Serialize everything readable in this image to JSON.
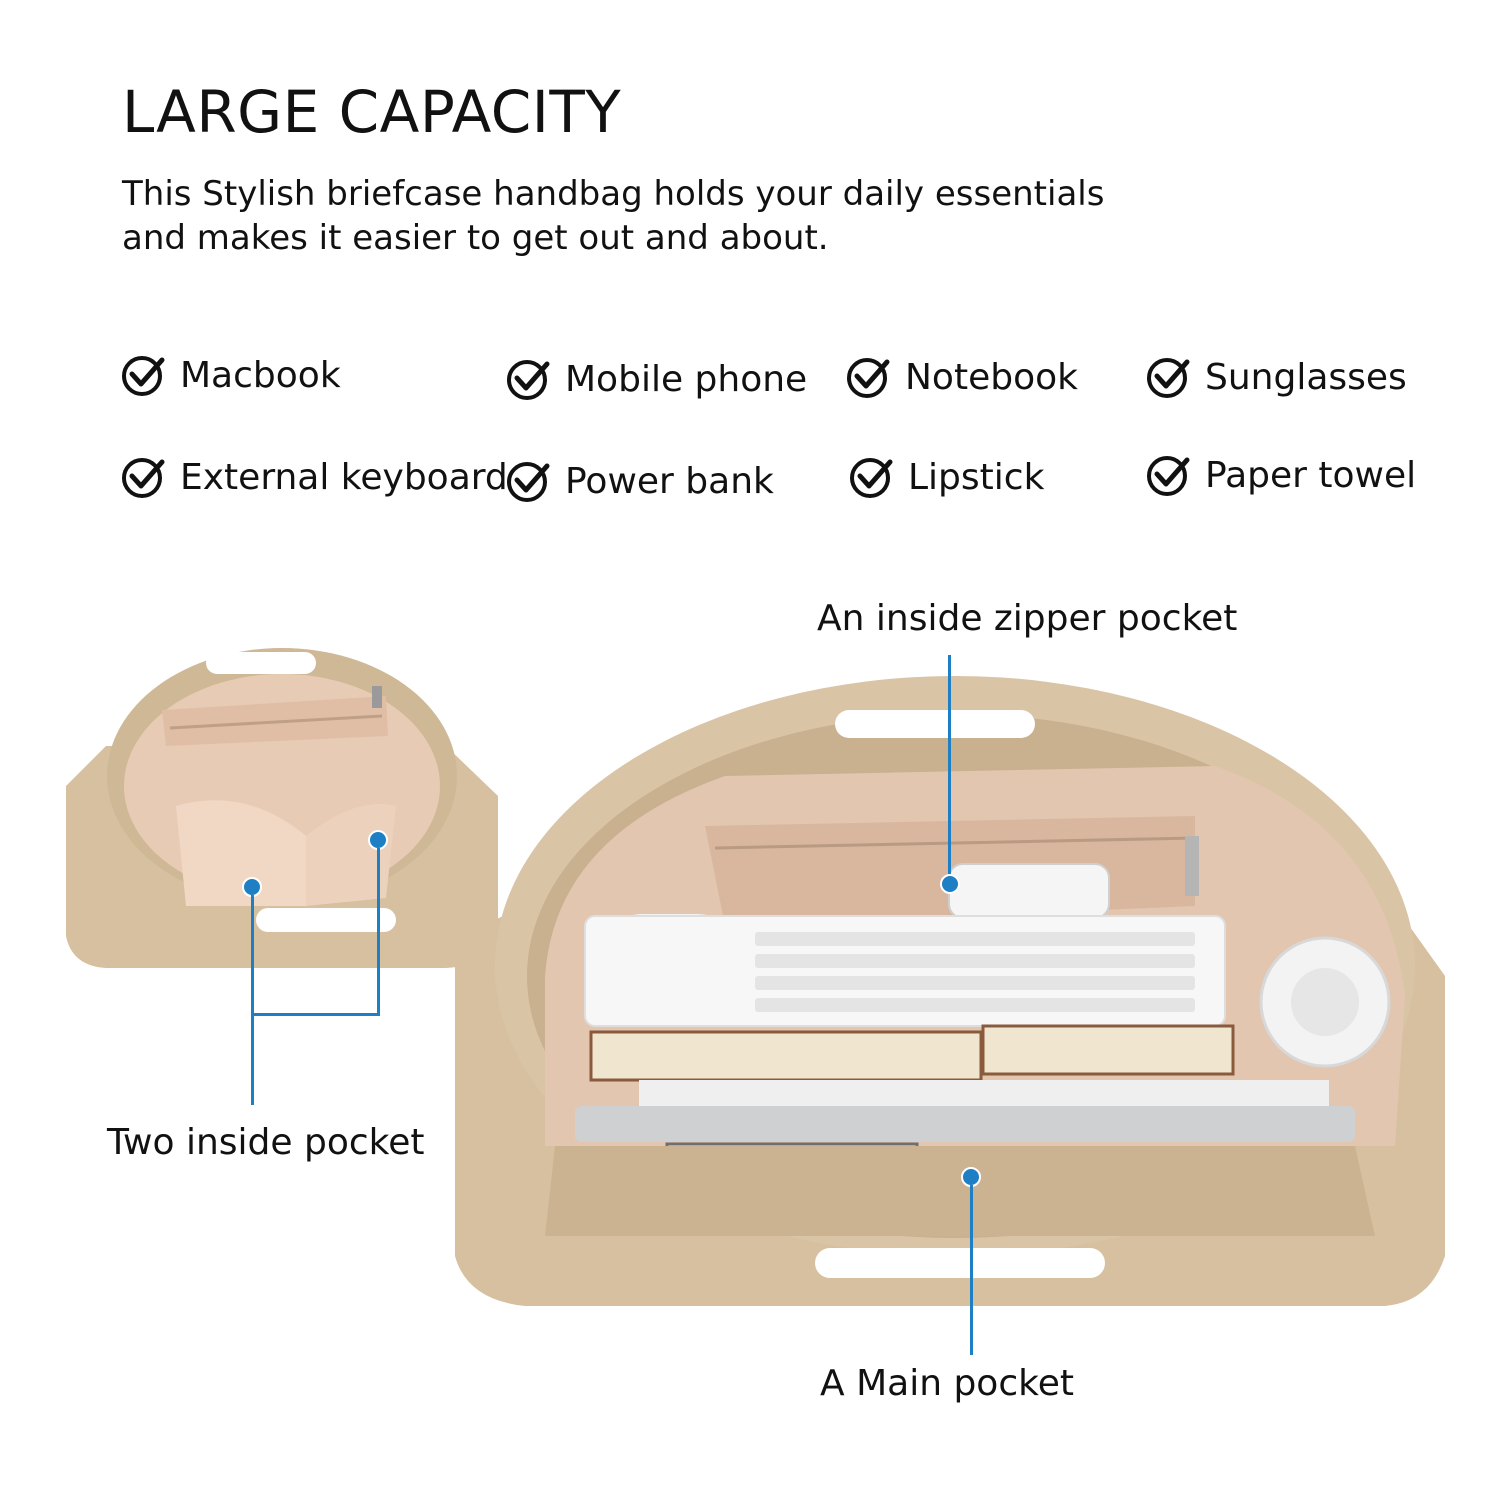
{
  "title": "LARGE CAPACITY",
  "subtitle_line1": "This Stylish briefcase handbag holds your daily essentials",
  "subtitle_line2": "and makes it easier to get out and about.",
  "features": [
    {
      "label": "Macbook",
      "icon": "check-circle-icon"
    },
    {
      "label": "Mobile phone",
      "icon": "check-circle-icon"
    },
    {
      "label": "Notebook",
      "icon": "check-circle-icon"
    },
    {
      "label": "Sunglasses",
      "icon": "check-circle-icon"
    },
    {
      "label": "External keyboard",
      "icon": "check-circle-icon"
    },
    {
      "label": "Power bank",
      "icon": "check-circle-icon"
    },
    {
      "label": "Lipstick",
      "icon": "check-circle-icon"
    },
    {
      "label": "Paper towel",
      "icon": "check-circle-icon"
    }
  ],
  "callouts": {
    "zipper_pocket": "An inside zipper pocket",
    "two_pockets": "Two inside pocket",
    "main_pocket": "A Main pocket"
  },
  "colors": {
    "accent": "#1f7fc4",
    "bag": "#d9c4a5",
    "lining": "#e9cdb6"
  }
}
